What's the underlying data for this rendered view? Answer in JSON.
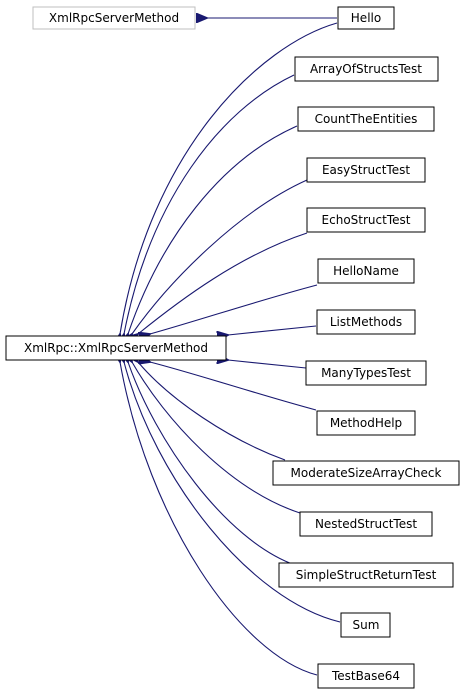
{
  "diagram": {
    "edge_color": "#191970",
    "node_border_color": "#000000",
    "external_node_border_color": "#bfbfbf",
    "nodes": {
      "external_base": "XmlRpcServerMethod",
      "base": "XmlRpc::XmlRpcServerMethod",
      "hello": "Hello",
      "array_of_structs_test": "ArrayOfStructsTest",
      "count_the_entities": "CountTheEntities",
      "easy_struct_test": "EasyStructTest",
      "echo_struct_test": "EchoStructTest",
      "hello_name": "HelloName",
      "list_methods": "ListMethods",
      "many_types_test": "ManyTypesTest",
      "method_help": "MethodHelp",
      "moderate_size_array_check": "ModerateSizeArrayCheck",
      "nested_struct_test": "NestedStructTest",
      "simple_struct_return_test": "SimpleStructReturnTest",
      "sum": "Sum",
      "test_base64": "TestBase64"
    }
  }
}
